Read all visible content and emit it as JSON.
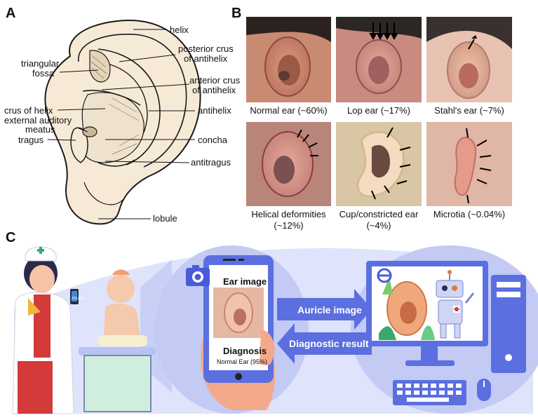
{
  "panels": {
    "a": "A",
    "b": "B",
    "c": "C"
  },
  "anatomy": {
    "helix": "helix",
    "posterior_crus_1": "posterior crus",
    "posterior_crus_2": "of antihelix",
    "triangular_fossa_1": "triangular",
    "triangular_fossa_2": "fossa",
    "anterior_crus_1": "anterior crus",
    "anterior_crus_2": "of antihelix",
    "crus_of_helix": "crus of helix",
    "antihelix": "antihelix",
    "external_auditory_1": "external auditory",
    "external_auditory_2": "meatus",
    "concha": "concha",
    "tragus": "tragus",
    "antitragus": "antitragus",
    "lobule": "lobule"
  },
  "photos": [
    {
      "caption": "Normal ear (~60%)"
    },
    {
      "caption": "Lop ear (~17%)"
    },
    {
      "caption": "Stahl's ear (~7%)"
    },
    {
      "caption_1": "Helical deformities",
      "caption_2": "(~12%)"
    },
    {
      "caption_1": "Cup/constricted ear",
      "caption_2": "(~4%)"
    },
    {
      "caption": "Microtia (~0.04%)"
    }
  ],
  "workflow": {
    "phone_title": "Ear image",
    "diagnosis_title": "Diagnosis",
    "diagnosis_value": "Normal Ear (95%)",
    "small_phone_text": "ZOUER",
    "arrow_to_computer": "Auricle image",
    "arrow_to_phone": "Diagnostic result"
  },
  "colors": {
    "blue": "#5b6fe0",
    "light_blue": "#c9cff5",
    "skin": "#f3b9a0",
    "ear_outline": "#1a1a1a"
  }
}
